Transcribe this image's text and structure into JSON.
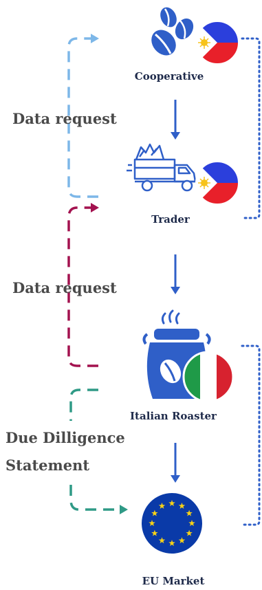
{
  "nodes": {
    "cooperative": "Cooperative",
    "trader": "Trader",
    "roaster": "Italian Roaster",
    "eu_market": "EU Market"
  },
  "side_labels": {
    "request1": "Data request",
    "request2": "Data request",
    "dds_line1": "Due Dilligence",
    "dds_line2": "Statement"
  },
  "colors": {
    "flow_blue": "#2f5fc8",
    "request1": "#7db7e8",
    "request2": "#a3124f",
    "dds": "#2f9a86",
    "bracket": "#2f5fc8",
    "label": "#1e2a4a",
    "side_text": "#4a4a4a"
  },
  "icons": {
    "cooperative": "coffee-beans-icon",
    "trader": "truck-icon",
    "roaster": "coffee-bag-icon",
    "eu_market": "eu-flag-icon",
    "flag_ph": "philippines-flag-icon",
    "flag_it": "italy-flag-icon"
  }
}
